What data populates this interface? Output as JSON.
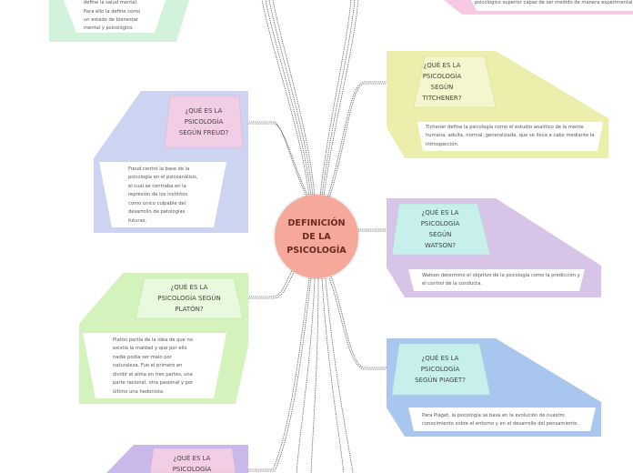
{
  "center": {
    "line1": "DEFINICIÓN",
    "line2": "DE LA",
    "line3": "PSICOLOGÍA"
  },
  "top_left": {
    "desc": "define la salud mental. Para ello la define como un estado de bienestar mental y psicológico."
  },
  "top_right": {
    "desc": "psicológico superior capaz de ser medido de manera experimental"
  },
  "freud": {
    "title": "¿QUÉ ES LA PSICOLOGÍA SEGÚN FREUD?",
    "desc": "Freud centró la base de la psicología en el psicoanálisis, el cual se centraba en la represión de los instintos como único culpable del desarrollo de patologías futuras."
  },
  "platon": {
    "title": "¿QUÉ ES LA PSICOLOGÍA SEGÚN PLATÓN?",
    "desc": "Platón partía de la idea de que no existía la maldad y que por ello nadie podía ser malo por naturaleza. Fue el primero en dividir el alma en tres partes, una parte racional, otra pasional y por último una hedonista."
  },
  "bottom_left": {
    "title": "¿QUÉ ES LA PSICOLOGÍA"
  },
  "titchener": {
    "title": "¿QUÉ ES LA PSICOLOGÍA SEGÚN TITCHENER?",
    "desc": "Tichener define la psicología como el estudio analítico de la mente humana, adulta, normal, generalizada, que se lleva a cabo mediante la introspección."
  },
  "watson": {
    "title": "¿QUÉ ES LA PSICOLOGÍA SEGÚN WATSON?",
    "desc": "Watson determinó el objetivo de la psicología como la predicción y el control de la conducta."
  },
  "piaget": {
    "title": "¿QUÉ ES LA PSICOLOGÍA SEGÚN PIAGET?",
    "desc": "Para Piaget, la psicología se basa en la evolución de nuestro conocimiento sobre el entorno y en el desarrollo del pensamiento."
  },
  "colors": {
    "green_panel": "#d3f2dc",
    "blue_panel": "#cdd4f1",
    "lightgreen_panel": "#d4f2bc",
    "purple_panel": "#c8b9ea",
    "yellow_panel": "#ecefab",
    "lilac_panel": "#d7c4e6",
    "sky_panel": "#a9c6ee",
    "pink_title": "#f2cde6",
    "cyan_title": "#c7f0ec",
    "center": "#f6a99a"
  }
}
